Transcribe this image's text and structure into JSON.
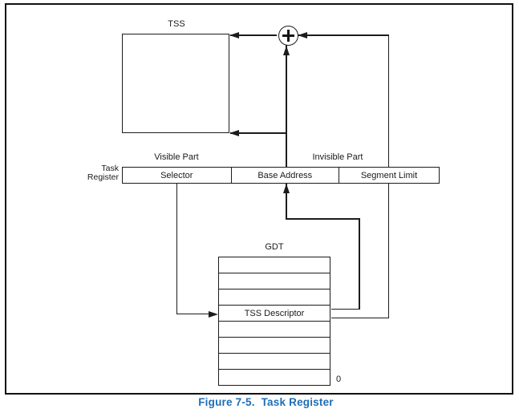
{
  "caption": {
    "text": "Figure 7-5.  Task Register",
    "color": "#1e6db7"
  },
  "labels": {
    "tss": "TSS",
    "gdt": "GDT",
    "visible_part": "Visible Part",
    "invisible_part": "Invisible Part",
    "task_register_line1": "Task",
    "task_register_line2": "Register",
    "gdt_base_index": "0"
  },
  "register": {
    "cells": [
      "Selector",
      "Base Address",
      "Segment Limit"
    ]
  },
  "gdt": {
    "rows": [
      "",
      "",
      "",
      "TSS Descriptor",
      "",
      "",
      "",
      ""
    ]
  },
  "icons": {
    "adder": "plus-in-circle"
  },
  "colors": {
    "line": "#1c1c1c",
    "caption": "#1e6db7"
  }
}
